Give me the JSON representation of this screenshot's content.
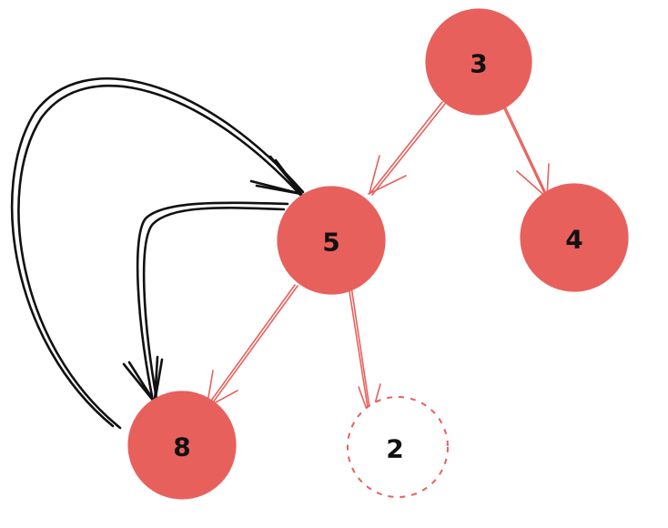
{
  "diagram": {
    "type": "binary-tree",
    "colors": {
      "node_fill": "#e8605c",
      "tree_edge": "#e8605c",
      "missing_node_stroke": "#e8605c",
      "sketch_arrow": "#111111",
      "label": "#111111"
    },
    "nodes": [
      {
        "id": "n3",
        "label": "3",
        "state": "filled"
      },
      {
        "id": "n5",
        "label": "5",
        "state": "filled"
      },
      {
        "id": "n4",
        "label": "4",
        "state": "filled"
      },
      {
        "id": "n8",
        "label": "8",
        "state": "filled"
      },
      {
        "id": "n2",
        "label": "2",
        "state": "dashed"
      }
    ],
    "tree_edges": [
      {
        "from": "3",
        "to": "5"
      },
      {
        "from": "3",
        "to": "4"
      },
      {
        "from": "5",
        "to": "8"
      },
      {
        "from": "5",
        "to": "2"
      }
    ],
    "sketch_arrows": [
      {
        "from": "8",
        "to": "5",
        "style": "hand-drawn double line"
      },
      {
        "from": "5",
        "to": "8",
        "style": "hand-drawn double line"
      }
    ]
  }
}
